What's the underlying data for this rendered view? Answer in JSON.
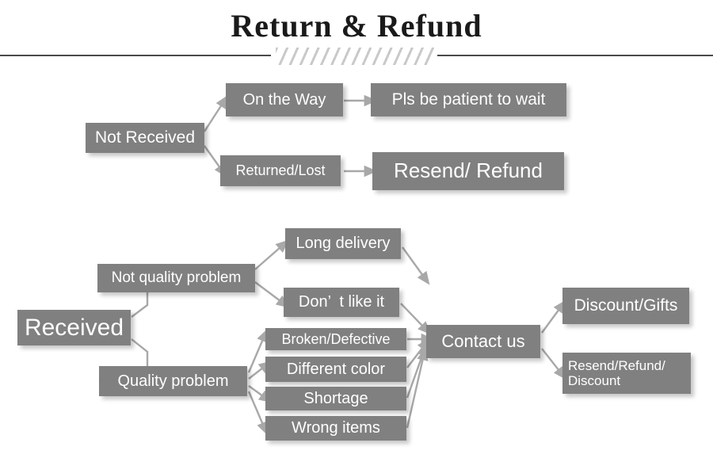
{
  "header": {
    "title": "Return & Refund",
    "divider_icon": "hatched-divider"
  },
  "colors": {
    "box_fill": "#808080",
    "box_text": "#ffffff",
    "arrow": "#a8a8a8",
    "rule": "#4a4a4a",
    "hatch": "#c9c9c9",
    "background": "#ffffff"
  },
  "flow": {
    "not_received": {
      "root": "Not Received",
      "branches": [
        {
          "condition": "On the Way",
          "result": "Pls be patient to wait"
        },
        {
          "condition": "Returned/Lost",
          "result": "Resend/ Refund"
        }
      ]
    },
    "received": {
      "root": "Received",
      "categories": [
        {
          "label": "Not quality problem",
          "reasons": [
            "Long delivery",
            "Don’  t like it"
          ]
        },
        {
          "label": "Quality problem",
          "reasons": [
            "Broken/Defective",
            "Different color",
            "Shortage",
            "Wrong items"
          ]
        }
      ],
      "funnel": "Contact us",
      "outcomes": [
        "Discount/Gifts",
        "Resend/Refund/\nDiscount"
      ]
    }
  }
}
